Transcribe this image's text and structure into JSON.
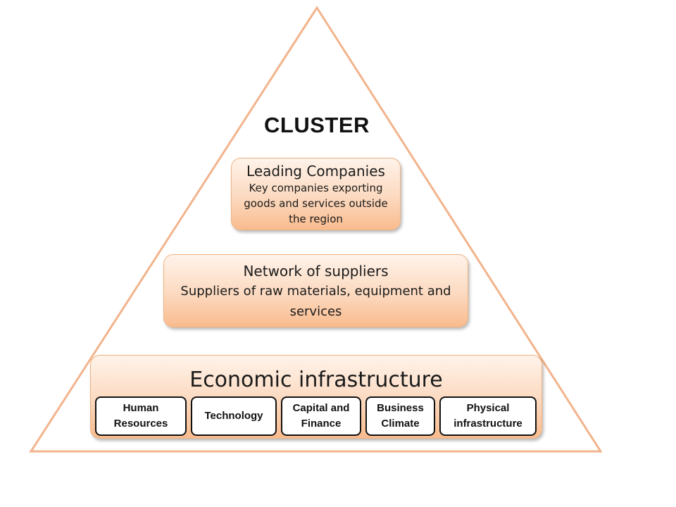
{
  "diagram": {
    "title": "CLUSTER",
    "outline_color": "#f2b48c",
    "leading": {
      "title": "Leading Companies",
      "description": "Key companies exporting goods and services outside the region"
    },
    "network": {
      "title": "Network of suppliers",
      "description": "Suppliers of raw materials, equipment and services"
    },
    "infrastructure": {
      "title": "Economic infrastructure",
      "components": [
        {
          "label": "Human Resources"
        },
        {
          "label": "Technology"
        },
        {
          "label": "Capital and Finance"
        },
        {
          "label": "Business Climate"
        },
        {
          "label": "Physical infrastructure"
        }
      ]
    }
  }
}
